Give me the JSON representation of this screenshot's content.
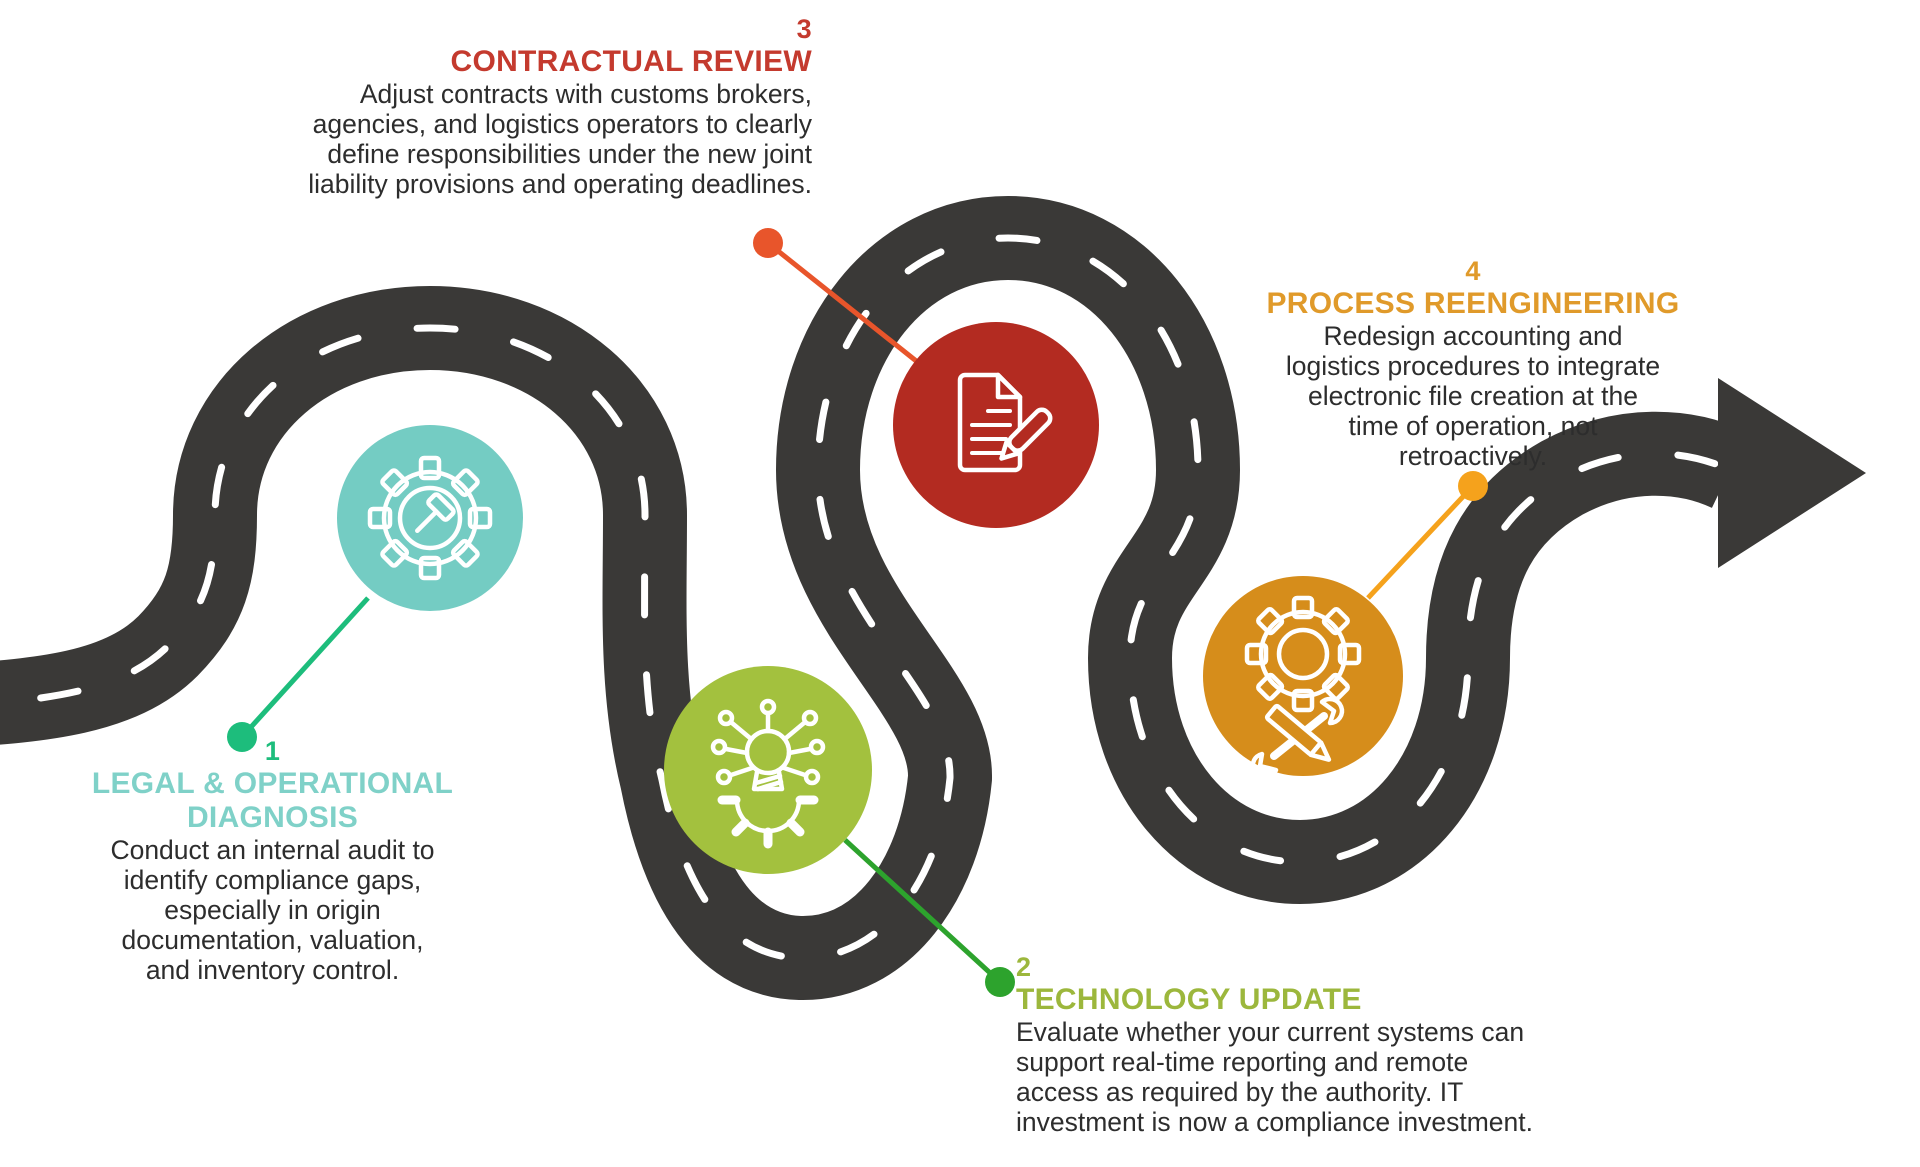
{
  "page": {
    "background": "#ffffff",
    "body_text_color": "#2d2d2d"
  },
  "road": {
    "color": "#3a3937",
    "dash_color": "#ffffff"
  },
  "steps": [
    {
      "number": "1",
      "title": "LEGAL & OPERATIONAL\nDIAGNOSIS",
      "description": "Conduct an internal audit to\nidentify compliance gaps,\nespecially in origin\ndocumentation, valuation,\nand inventory control.",
      "circle_color": "#74ccc3",
      "title_color": "#7fd1c8",
      "number_color": "#1dbd7c",
      "accent": "#1dbd7c",
      "icon": "gear-gavel-icon"
    },
    {
      "number": "2",
      "title": "TECHNOLOGY UPDATE",
      "description": "Evaluate whether your current systems can\nsupport real-time reporting and remote\naccess as required by the authority. IT\ninvestment is now a compliance investment.",
      "circle_color": "#a3c13e",
      "title_color": "#9cb73c",
      "number_color": "#9cb73c",
      "accent": "#2da32d",
      "icon": "innovation-bulb-icon"
    },
    {
      "number": "3",
      "title": "CONTRACTUAL REVIEW",
      "description": "Adjust contracts with customs brokers,\nagencies, and logistics operators to clearly\ndefine responsibilities under the new joint\nliability provisions and operating deadlines.",
      "circle_color": "#b32b21",
      "title_color": "#c43a2e",
      "number_color": "#c43a2e",
      "accent": "#e8552b",
      "icon": "document-pen-icon"
    },
    {
      "number": "4",
      "title": "PROCESS REENGINEERING",
      "description": "Redesign accounting and\nlogistics procedures to integrate\nelectronic file creation at the\ntime of operation, not\nretroactively.",
      "circle_color": "#d68d1b",
      "title_color": "#e09a2a",
      "number_color": "#e09a2a",
      "accent": "#f5a21c",
      "icon": "gear-tools-icon"
    }
  ]
}
